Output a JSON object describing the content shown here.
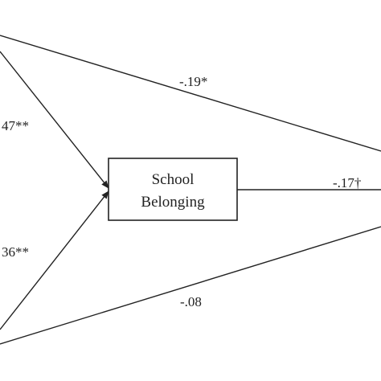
{
  "mediator": {
    "line1": "School",
    "line2": "Belonging"
  },
  "paths": {
    "top_a": "47**",
    "bottom_a": "36**",
    "top_direct": "-.19*",
    "b_path": "-.17†",
    "bottom_direct": "-.08"
  },
  "colors": {
    "line": "#222222",
    "background": "#ffffff"
  }
}
